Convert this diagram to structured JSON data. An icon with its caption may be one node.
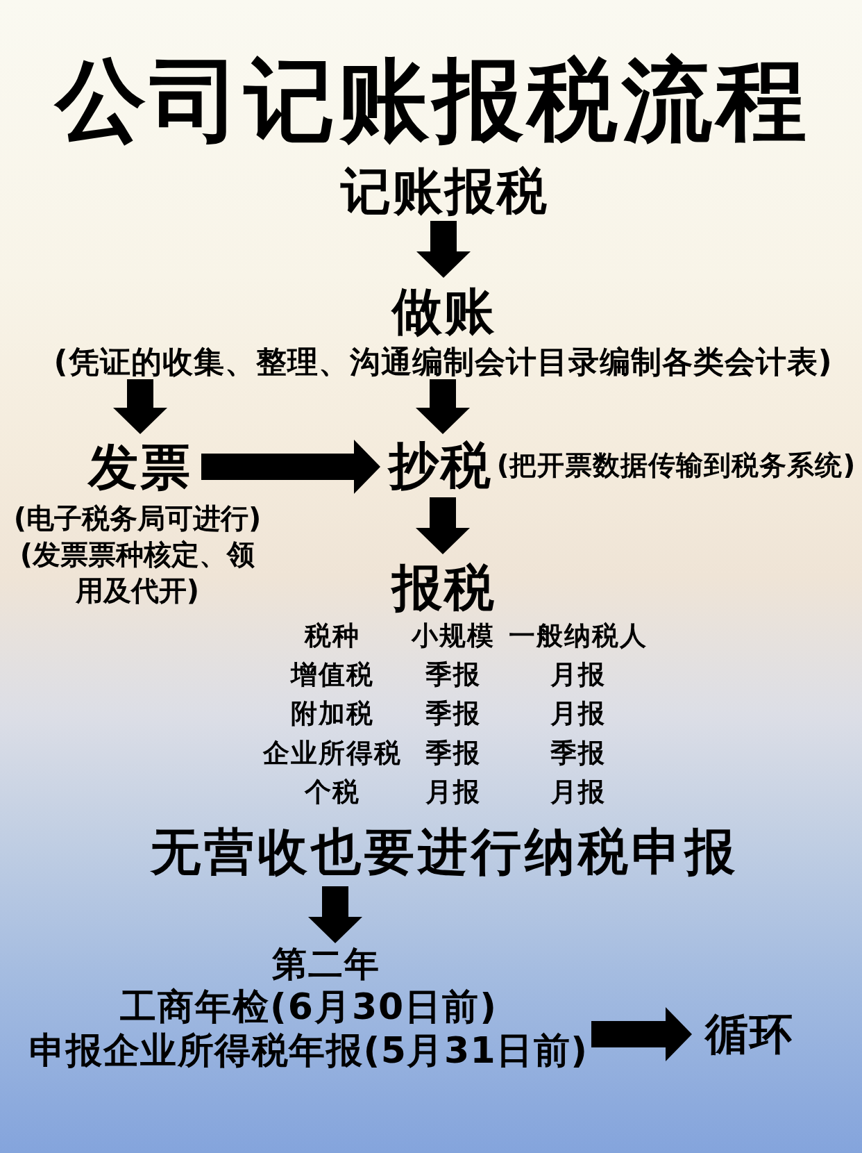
{
  "diagram": {
    "title": "公司记账报税流程",
    "nodes": [
      {
        "text": [
          "记账报税"
        ]
      },
      {
        "text": [
          "做账"
        ],
        "beside": [
          "(凭证的收集、整理、沟通编制会计目录编制各类会计表)"
        ]
      },
      {
        "text": [
          "发票"
        ],
        "beside": [
          "(电子税务局可进行)",
          "(发票票种核定、领用及代开)"
        ]
      },
      {
        "text": [
          "抄税"
        ],
        "beside": [
          "(把开票数据传输到税务系统)"
        ]
      },
      {
        "text": [
          "报税"
        ]
      },
      {
        "text": [
          "无营收也要进行纳税申报"
        ]
      },
      {
        "text": [
          "第二年",
          "工商年检(6月30日前)",
          "申报企业所得税年报(5月31日前)"
        ]
      },
      {
        "text": [
          "循环"
        ]
      }
    ],
    "edges": [
      {
        "from": 0,
        "to": 1,
        "arrow": "to"
      },
      {
        "from": 1,
        "to": 2,
        "arrow": "to"
      },
      {
        "from": 1,
        "to": 3,
        "arrow": "to"
      },
      {
        "from": 2,
        "to": 3,
        "arrow": "to"
      },
      {
        "from": 3,
        "to": 4,
        "arrow": "to"
      },
      {
        "from": 5,
        "to": 6,
        "arrow": "to"
      },
      {
        "from": 6,
        "to": 7,
        "arrow": "to"
      }
    ],
    "labels": [
      "税种",
      "小规模",
      "一般纳税人",
      "增值税",
      "季报",
      "月报",
      "附加税",
      "季报",
      "月报",
      "企业所得税",
      "季报",
      "季报",
      "个税",
      "月报",
      "月报"
    ]
  }
}
